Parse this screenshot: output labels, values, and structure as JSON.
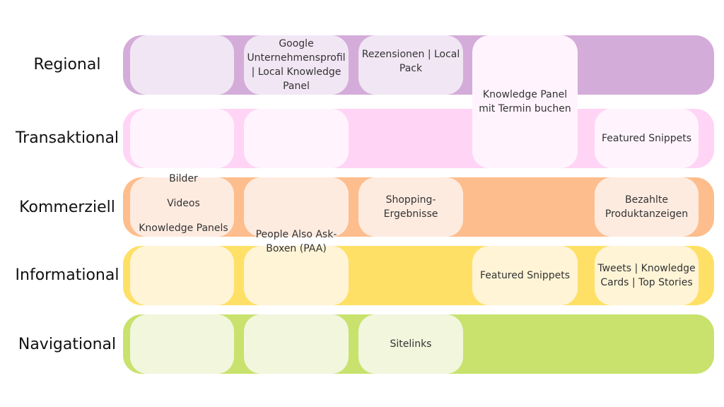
{
  "rows": [
    {
      "label": "Regional",
      "color": "#d4acd9"
    },
    {
      "label": "Transaktional",
      "color": "#ffd4f5"
    },
    {
      "label": "Kommerziell",
      "color": "#fdbd8c"
    },
    {
      "label": "Informational",
      "color": "#ffe066"
    },
    {
      "label": "Navigational",
      "color": "#c8e26d"
    }
  ],
  "cells": {
    "google_profile": "Google Unternehmensprofil | Local Knowledge Panel",
    "reviews_local_pack": "Rezensionen | Local Pack",
    "knowledge_panel_booking": "Knowledge Panel mit Termin buchen",
    "featured_snippets_transactional": "Featured Snippets",
    "images": "Bilder",
    "videos": "Videos",
    "knowledge_panels": "Knowledge Panels",
    "people_also_ask": "People Also Ask-Boxen (PAA)",
    "shopping_results": "Shopping-Ergebnisse",
    "paid_product_ads": "Bezahlte Produktanzeigen",
    "featured_snippets_informational": "Featured Snippets",
    "tweets_cards_stories": "Tweets | Knowledge Cards | Top Stories",
    "sitelinks": "Sitelinks"
  }
}
